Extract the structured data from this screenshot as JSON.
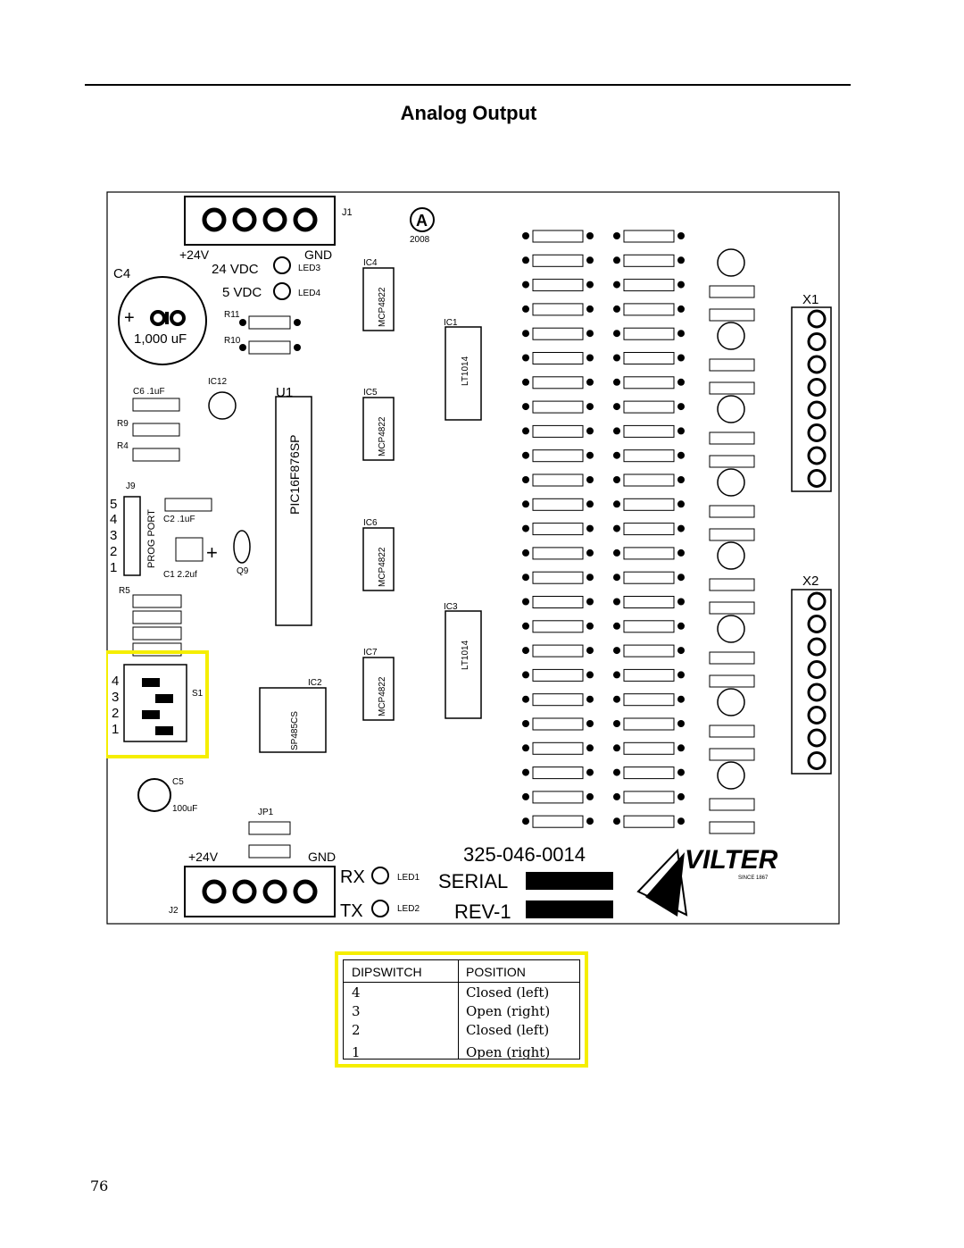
{
  "page": {
    "title": "Analog Output",
    "page_number": "76"
  },
  "board": {
    "labels": {
      "j1": "J1",
      "j2": "J2",
      "plus24_top": "+24V",
      "gnd_top": "GND",
      "plus24_bottom": "+24V",
      "gnd_bottom": "GND",
      "vdc24": "24 VDC",
      "vdc5": "5 VDC",
      "led3": "LED3",
      "led4": "LED4",
      "led1": "LED1",
      "led2": "LED2",
      "c4": "C4",
      "c4_value": "1,000 uF",
      "year": "2008",
      "u1": "U1",
      "u1_part": "PIC16F876SP",
      "ic1": "IC1",
      "ic1_part": "LT1014",
      "ic3": "IC3",
      "ic3_part": "LT1014",
      "ic4": "IC4",
      "ic5": "IC5",
      "ic6": "IC6",
      "ic7": "IC7",
      "mcp_part": "MCP4822",
      "ic2": "IC2",
      "ic2_part": "SP485CS",
      "ic12": "IC12",
      "j9": "J9",
      "prog_port": "PROG PORT",
      "s1": "S1",
      "c5": "C5",
      "c5_value": "100uF",
      "jp1": "JP1",
      "q9": "Q9",
      "x1": "X1",
      "x2": "X2",
      "rx": "RX",
      "tx": "TX",
      "part_number": "325-046-0014",
      "serial": "SERIAL",
      "rev": "REV-1",
      "brand": "VILTER",
      "brand_sub": "SINCE 1867"
    }
  },
  "dipswitch_table": {
    "header": {
      "col1": "DIPSWITCH",
      "col2": "POSITION"
    },
    "rows": [
      {
        "switch": "4",
        "position": "Closed (left)"
      },
      {
        "switch": "3",
        "position": "Open (right)"
      },
      {
        "switch": "2",
        "position": "Closed (left)"
      },
      {
        "switch": "1",
        "position": "Open (right)"
      }
    ]
  }
}
